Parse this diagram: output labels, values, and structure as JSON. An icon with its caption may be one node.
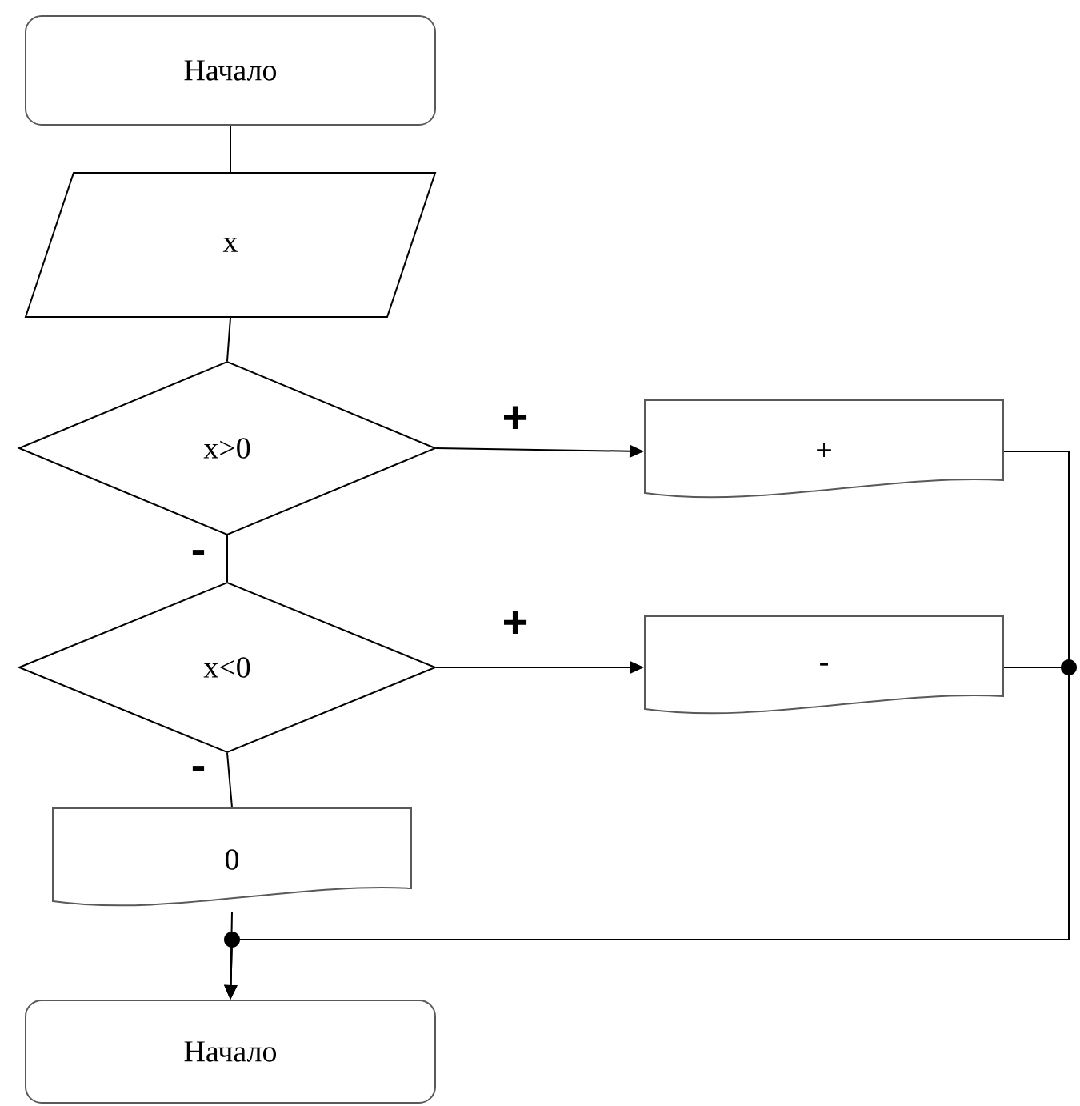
{
  "diagram": {
    "nodes": [
      {
        "text": [
          "Начало"
        ]
      },
      {
        "text": [
          "x"
        ]
      },
      {
        "text": [
          "x>0"
        ]
      },
      {
        "text": [
          "+"
        ]
      },
      {
        "text": [
          "x<0"
        ]
      },
      {
        "text": [
          "-"
        ]
      },
      {
        "text": [
          "0"
        ]
      },
      {
        "text": [
          "Начало"
        ]
      }
    ],
    "edges": [
      {
        "from": 0,
        "to": 1,
        "arrow": "none"
      },
      {
        "from": 1,
        "to": 2,
        "arrow": "none"
      },
      {
        "from": 2,
        "to": 3,
        "arrow": "to",
        "label": "+"
      },
      {
        "from": 2,
        "to": 4,
        "arrow": "none",
        "label": "-"
      },
      {
        "from": 4,
        "to": 5,
        "arrow": "to",
        "label": "+"
      },
      {
        "from": 4,
        "to": 6,
        "arrow": "none",
        "label": "-"
      },
      {
        "from": 3,
        "to": 7,
        "arrow": "to"
      },
      {
        "from": 5,
        "to": 7,
        "arrow": "to"
      },
      {
        "from": 6,
        "to": 7,
        "arrow": "to"
      }
    ]
  }
}
